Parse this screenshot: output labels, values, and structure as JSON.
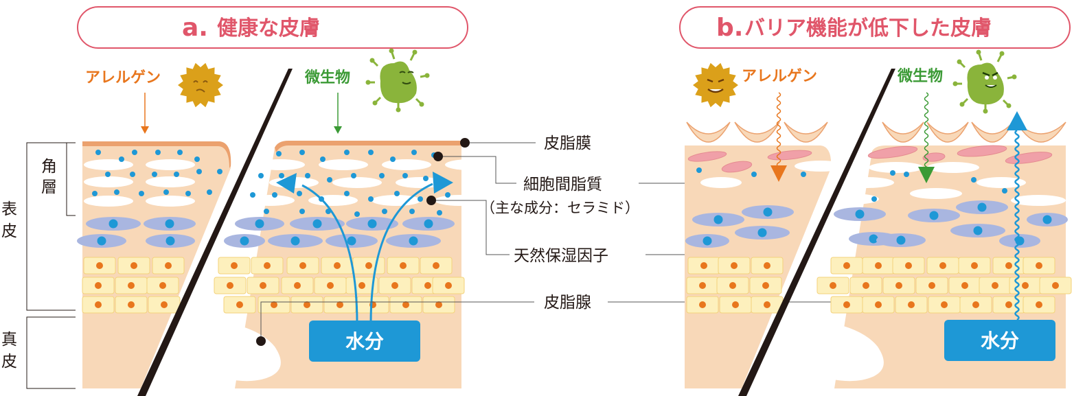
{
  "panel_a": {
    "letter": "a.",
    "title": "健康な皮膚",
    "allergen_label": "アレルゲン",
    "microbe_label": "微生物",
    "water_label": "水分"
  },
  "panel_b": {
    "letter": "b.",
    "title": "バリア機能が低下した皮膚",
    "allergen_label": "アレルゲン",
    "microbe_label": "微生物",
    "water_label": "水分"
  },
  "side_labels": {
    "stratum_corneum": [
      "角",
      "層"
    ],
    "epidermis": [
      "表",
      "皮"
    ],
    "dermis": [
      "真",
      "皮"
    ]
  },
  "callouts": {
    "sebum_film": "皮脂膜",
    "intercellular_lipids": "細胞間脂質",
    "intercellular_note": "（主な成分：セラミド）",
    "nmf": "天然保湿因子",
    "sebaceous_gland": "皮脂腺"
  },
  "colors": {
    "title": "#e0566a",
    "skin": "#f8d8b8",
    "orange": "#e8761d",
    "green": "#3b9a35",
    "water": "#1e98d6",
    "lipid": "#a9b6e0",
    "cell": "#fdf0bd",
    "allergen": "#dba01a",
    "microbe": "#8ab43b",
    "damaged": "#f0a0a8"
  },
  "icons": {
    "allergen": "allergen-sun-icon",
    "microbe": "microbe-germ-icon"
  }
}
